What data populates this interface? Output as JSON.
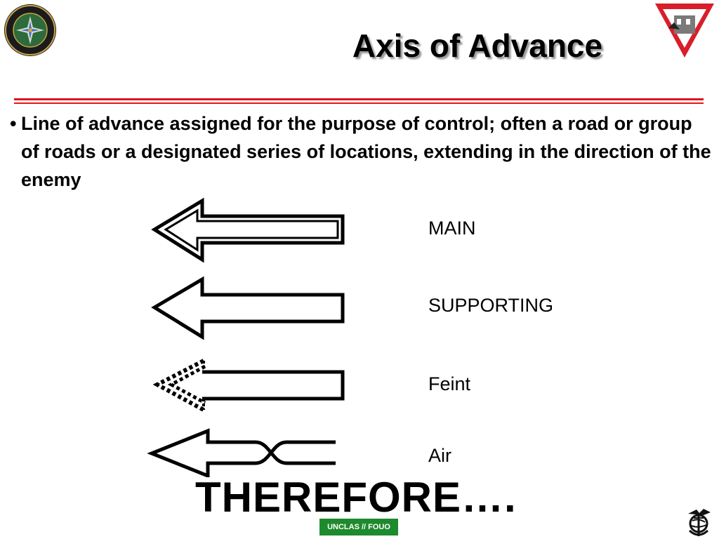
{
  "header": {
    "title": "Axis of Advance",
    "left_logo_icon": "marine-corps-intelligence-schools-seal-icon",
    "right_logo_icon": "company-level-intelligence-cell-triangle-icon",
    "accent_color": "#e0141e"
  },
  "body": {
    "bullet_marker": "•",
    "bullet_text": "Line of advance assigned for the purpose of control; often a road or group of roads or a designated series of locations, extending in the direction of the enemy"
  },
  "symbols": [
    {
      "label": "MAIN",
      "icon": "double-outline-arrow-icon"
    },
    {
      "label": "SUPPORTING",
      "icon": "single-outline-arrow-icon"
    },
    {
      "label": "Feint",
      "icon": "dashed-head-arrow-icon"
    },
    {
      "label": "Air",
      "icon": "air-axis-arrow-icon"
    }
  ],
  "footer": {
    "therefore": "THEREFORE….",
    "classification": "UNCLAS // FOUO",
    "classification_color": "#1e8a2e",
    "emblem_icon": "eagle-globe-anchor-emblem-icon"
  }
}
